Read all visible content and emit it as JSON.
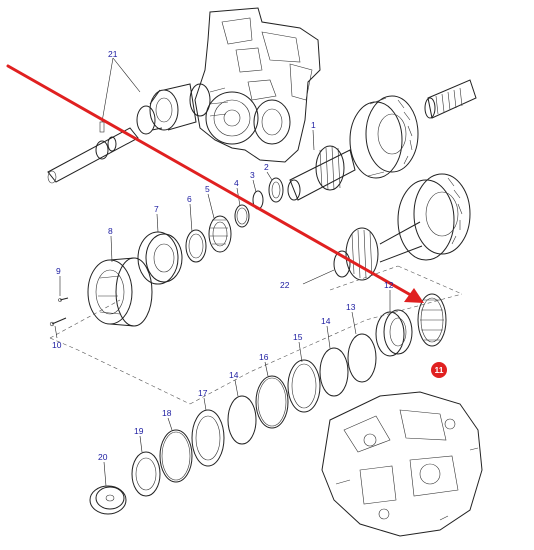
{
  "colors": {
    "arrow": "#e02020",
    "label_text": "#1a1aa0",
    "highlight_badge": "#e02020",
    "line_art": "#222222"
  },
  "highlighted_part": "11",
  "parts": [
    {
      "id": "p21",
      "label": "21"
    },
    {
      "id": "p1",
      "label": "1"
    },
    {
      "id": "p2",
      "label": "2"
    },
    {
      "id": "p3",
      "label": "3"
    },
    {
      "id": "p4",
      "label": "4"
    },
    {
      "id": "p5",
      "label": "5"
    },
    {
      "id": "p6",
      "label": "6"
    },
    {
      "id": "p7",
      "label": "7"
    },
    {
      "id": "p8",
      "label": "8"
    },
    {
      "id": "p9",
      "label": "9"
    },
    {
      "id": "p10",
      "label": "10"
    },
    {
      "id": "p22",
      "label": "22"
    },
    {
      "id": "p12",
      "label": "12"
    },
    {
      "id": "p13",
      "label": "13"
    },
    {
      "id": "p14a",
      "label": "14"
    },
    {
      "id": "p15",
      "label": "15"
    },
    {
      "id": "p16",
      "label": "16"
    },
    {
      "id": "p14b",
      "label": "14"
    },
    {
      "id": "p17",
      "label": "17"
    },
    {
      "id": "p18",
      "label": "18"
    },
    {
      "id": "p19",
      "label": "19"
    },
    {
      "id": "p20",
      "label": "20"
    },
    {
      "id": "p11",
      "label": "11"
    }
  ]
}
